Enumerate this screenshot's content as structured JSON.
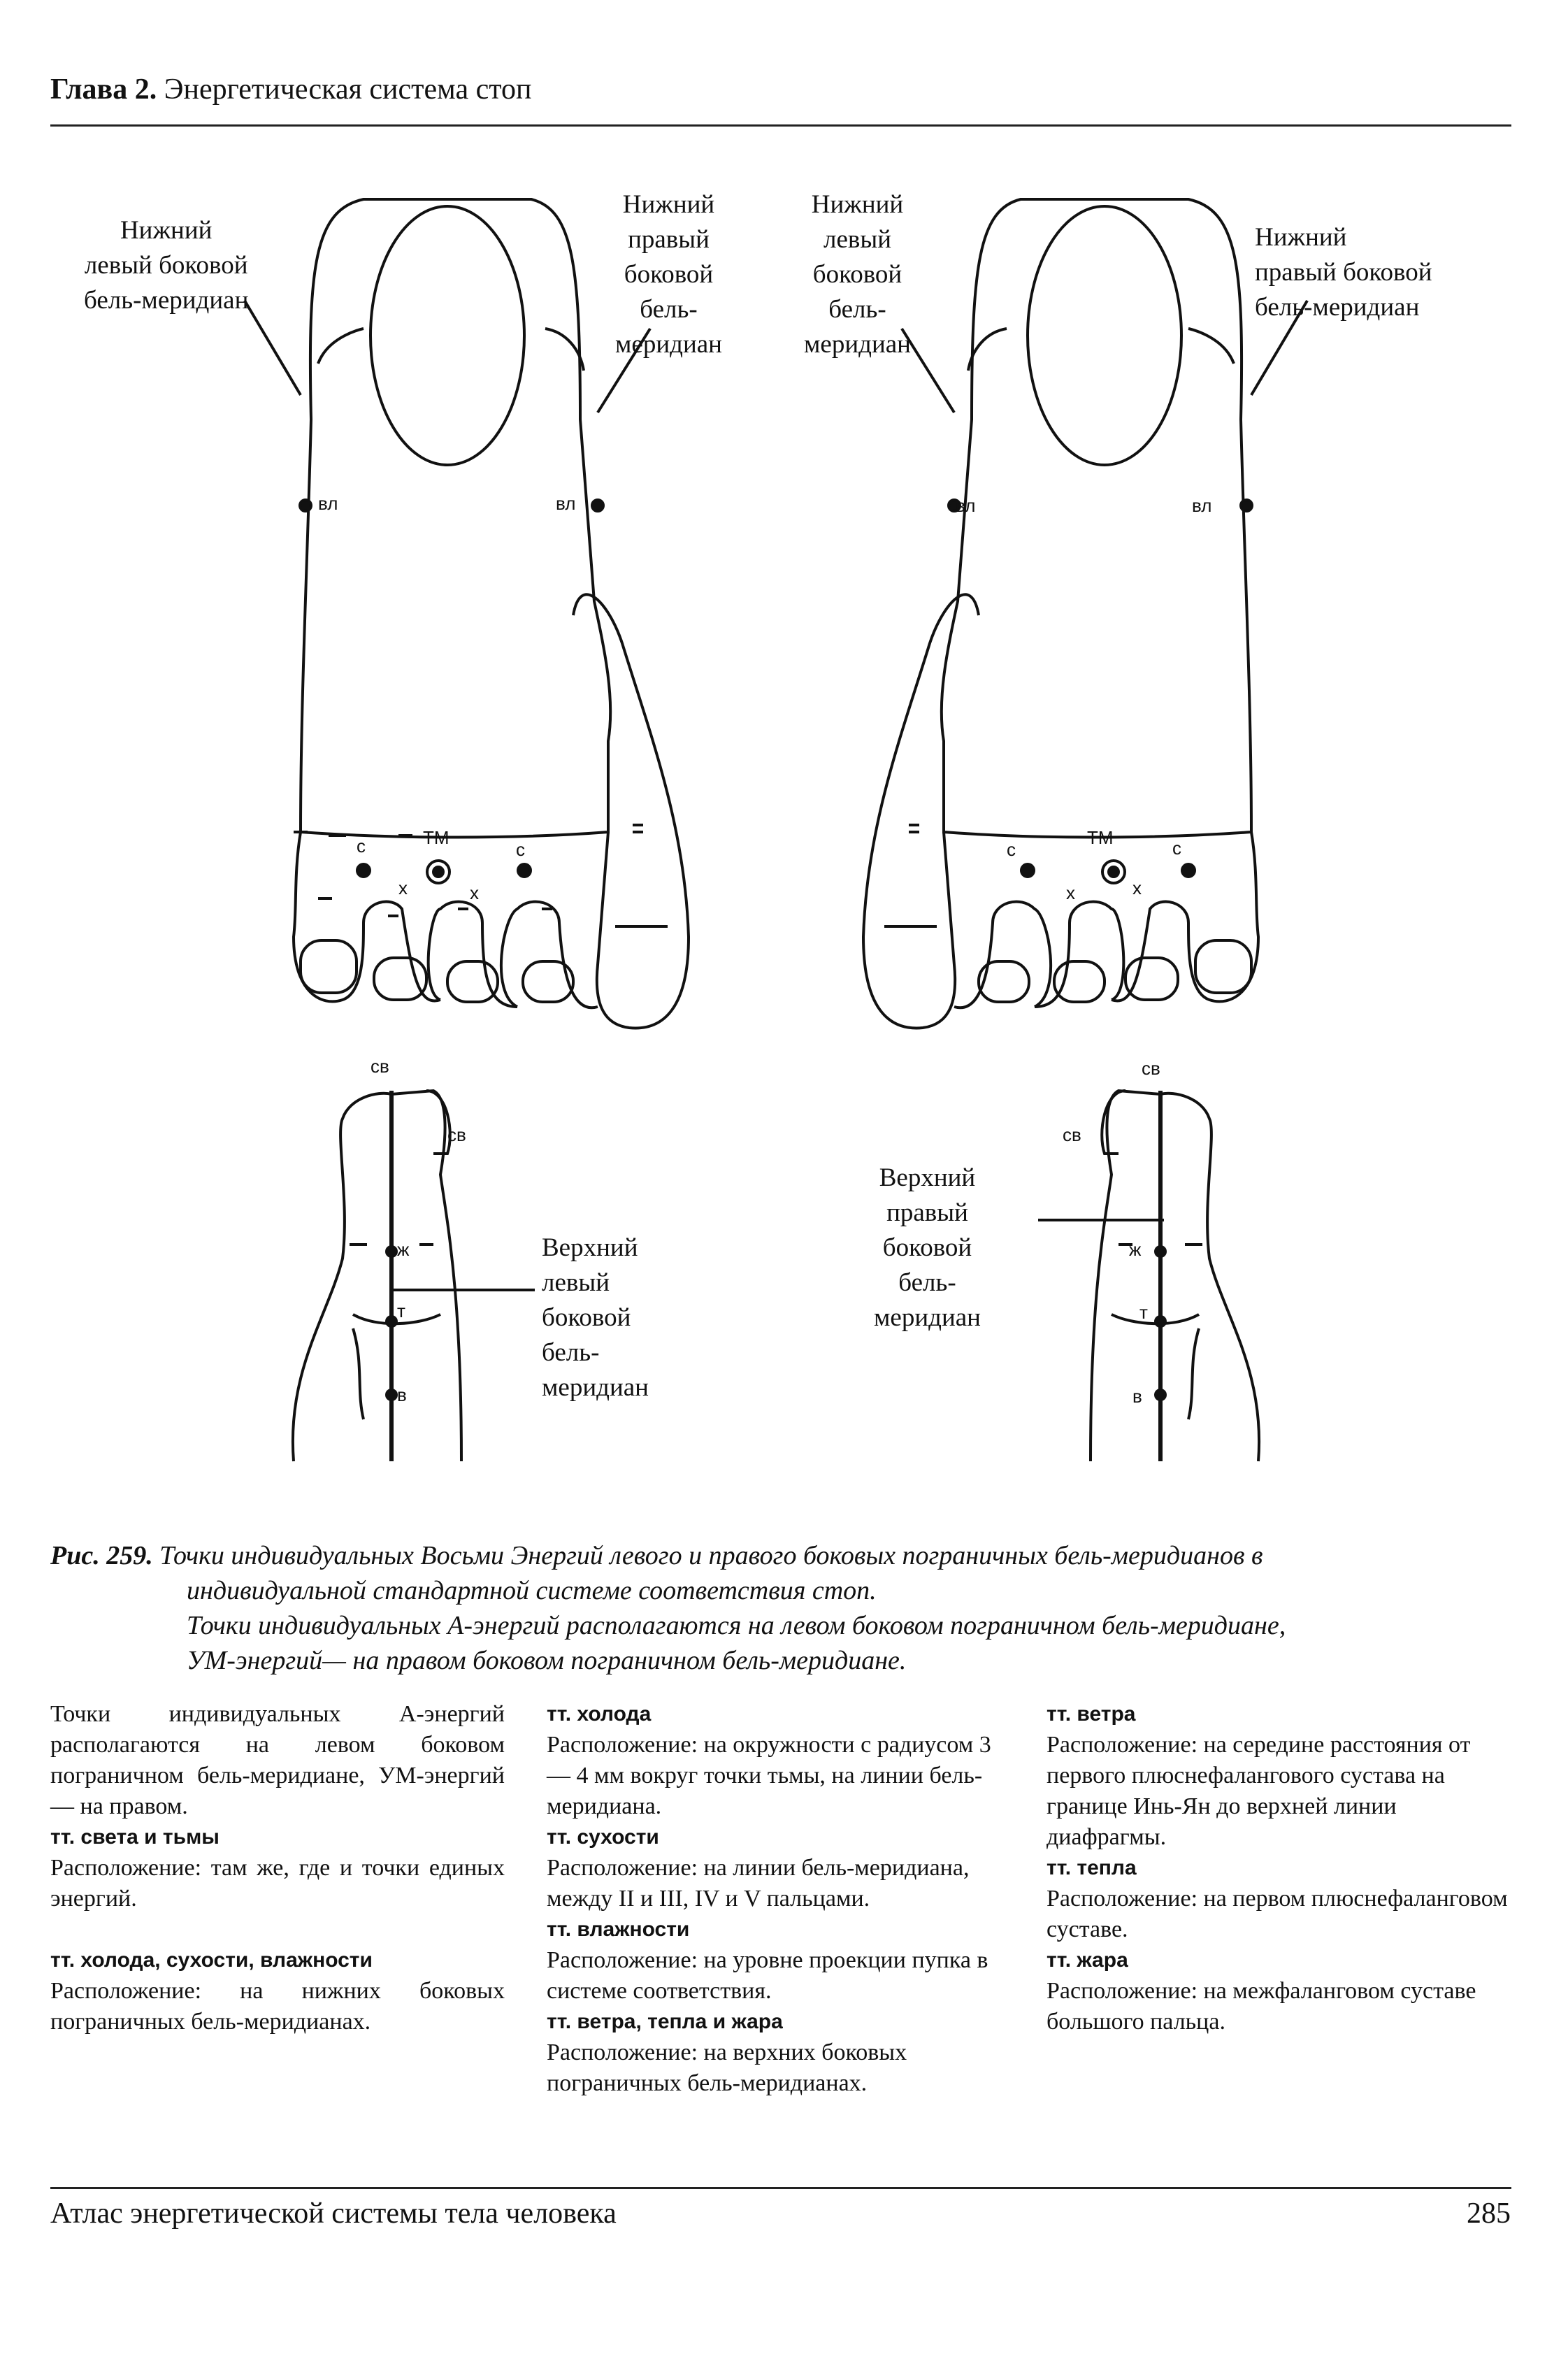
{
  "header": {
    "chapter": "Глава 2.",
    "title": "Энергетическая система стоп"
  },
  "labels": {
    "left_low_left": "Нижний\nлевый боковой\nбель-меридиан",
    "left_low_right": "Нижний\nправый\nбоковой\nбель-\nмеридиан",
    "right_low_left": "Нижний\nлевый\nбоковой\nбель-\nмеридиан",
    "right_low_right": "Нижний\nправый боковой\nбель-меридиан",
    "upper_left": "Верхний\nлевый\nбоковой\nбель-\nмеридиан",
    "upper_right": "Верхний\nправый\nбоковой\nбель-\nмеридиан"
  },
  "points": {
    "vl": "вл",
    "c": "с",
    "tm": "ТМ",
    "x": "х",
    "sv": "св",
    "zh": "ж",
    "t": "т",
    "v": "в"
  },
  "caption": {
    "fig": "Рис. 259.",
    "line1": "Точки индивидуальных Восьми Энергий левого и правого боковых пограничных бель-меридианов в",
    "line2": "индивидуальной стандартной системе соответствия стоп.",
    "line3": "Точки индивидуальных А-энергий располагаются на левом боковом пограничном бель-меридиане,",
    "line4": "УМ-энергий— на правом боковом пограничном бель-меридиане."
  },
  "col1": {
    "intro": "Точки индивидуальных А-энергий располагаются на левом боковом пограничном бель-меридиане, УМ-энергий — на правом.",
    "h1": "тт. света и тьмы",
    "t1": "Расположение: там же, где и точки единых энергий.",
    "h2": "тт. холода, сухости, влажности",
    "t2": "Расположение: на нижних боковых пограничных бель-меридианах."
  },
  "col2": {
    "h1": "тт. холода",
    "t1": "Расположение: на окружности с радиусом 3 — 4 мм вокруг точки тьмы, на линии бель-меридиана.",
    "h2": "тт. сухости",
    "t2": "Расположение: на линии бель-меридиана, между II и III, IV и V пальцами.",
    "h3": "тт. влажности",
    "t3": "Расположение: на уровне проекции пупка в системе соответствия.",
    "h4": "тт. ветра, тепла и жара",
    "t4": "Расположение: на верхних боковых пограничных бель-меридианах."
  },
  "col3": {
    "h1": "тт. ветра",
    "t1": "Расположение: на середине расстояния от первого плюснефалангового сустава на границе Инь-Ян до верхней линии диафрагмы.",
    "h2": "тт. тепла",
    "t2": "Расположение: на первом плюснефаланговом суставе.",
    "h3": "тт. жара",
    "t3": "Расположение: на межфаланговом суставе большого пальца."
  },
  "footer": {
    "book": "Атлас энергетической системы тела человека",
    "page": "285"
  }
}
